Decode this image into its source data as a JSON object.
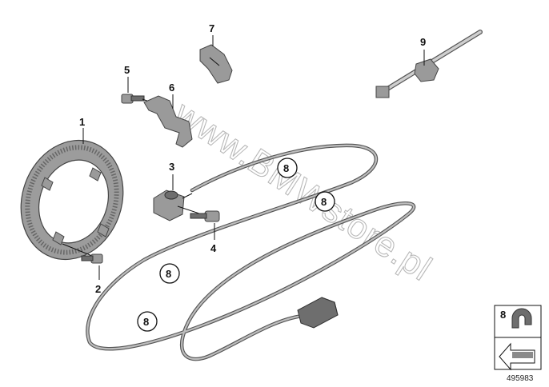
{
  "callouts": [
    {
      "id": "1",
      "text": "1"
    },
    {
      "id": "2",
      "text": "2"
    },
    {
      "id": "3",
      "text": "3"
    },
    {
      "id": "4",
      "text": "4"
    },
    {
      "id": "5",
      "text": "5"
    },
    {
      "id": "6",
      "text": "6"
    },
    {
      "id": "7",
      "text": "7"
    },
    {
      "id": "9",
      "text": "9"
    }
  ],
  "circled_callouts": [
    "8",
    "8",
    "8",
    "8"
  ],
  "legend": {
    "label": "8"
  },
  "watermark": "www.BMWstore.pl",
  "doc_id": "495983",
  "icons": [
    "abs-sensor-ring",
    "screw",
    "speed-sensor",
    "bracket",
    "cable-holder",
    "cable-tie",
    "connector",
    "legend-arrow"
  ]
}
